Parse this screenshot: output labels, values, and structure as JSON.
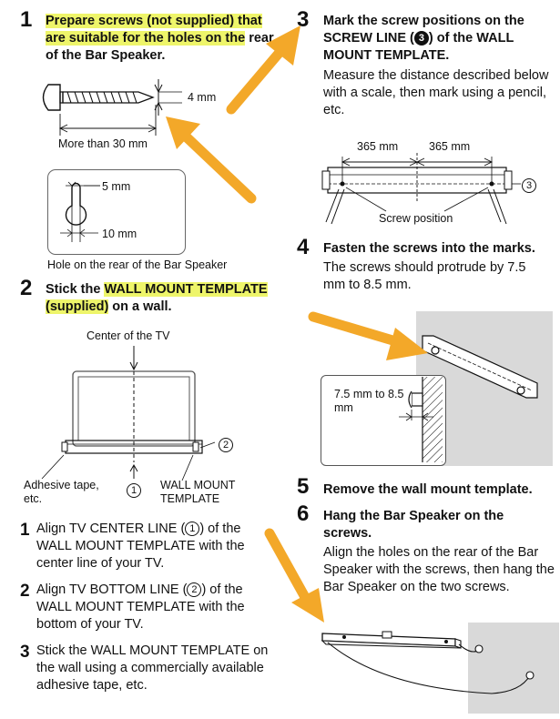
{
  "step1": {
    "num": "1",
    "title_hl": "Prepare screws (not supplied) that are suitable for the holes on the",
    "title_rest": "rear of the Bar Speaker.",
    "label_4mm": "4 mm",
    "label_30mm": "More than 30 mm",
    "label_5mm": "5 mm",
    "label_10mm": "10 mm",
    "caption": "Hole on the rear of the Bar Speaker"
  },
  "step2": {
    "num": "2",
    "title_a": "Stick the ",
    "title_hl1": "WALL MOUNT TEMPLATE",
    "title_hl2": "(supplied)",
    "title_b": " on a wall.",
    "center_label": "Center of the TV",
    "adhesive_label": "Adhesive tape, etc.",
    "template_label": "WALL MOUNT TEMPLATE",
    "callout1": "1",
    "callout2": "2",
    "substeps": [
      {
        "num": "1",
        "pre": "Align TV CENTER LINE (",
        "mark": "1",
        "post": ") of the WALL MOUNT TEMPLATE with the center line of your TV."
      },
      {
        "num": "2",
        "pre": "Align TV BOTTOM LINE (",
        "mark": "2",
        "post": ") of the WALL MOUNT TEMPLATE with the bottom of your TV."
      },
      {
        "num": "3",
        "pre": "Stick the WALL MOUNT TEMPLATE on the wall using a commercially available adhesive tape, etc.",
        "mark": "",
        "post": ""
      }
    ]
  },
  "step3": {
    "num": "3",
    "title_a": "Mark the screw positions on the SCREW LINE (",
    "mark": "3",
    "title_b": ") of the WALL MOUNT TEMPLATE.",
    "body": "Measure the distance described below with a scale, then mark using a pencil, etc.",
    "dim_left": "365 mm",
    "dim_right": "365 mm",
    "callout3": "3",
    "screw_position": "Screw position"
  },
  "step4": {
    "num": "4",
    "title": "Fasten the screws into the marks.",
    "body": "The screws should protrude by 7.5 mm to 8.5 mm.",
    "inset_label": "7.5 mm to 8.5 mm"
  },
  "step5": {
    "num": "5",
    "title": "Remove the wall mount template."
  },
  "step6": {
    "num": "6",
    "title": "Hang the Bar Speaker on the screws.",
    "body": "Align the holes on the rear of the Bar Speaker with the screws, then hang the Bar Speaker on the two screws."
  },
  "colors": {
    "highlight": "#eef56a",
    "arrow": "#f3a829",
    "wall": "#d9d9d9"
  }
}
